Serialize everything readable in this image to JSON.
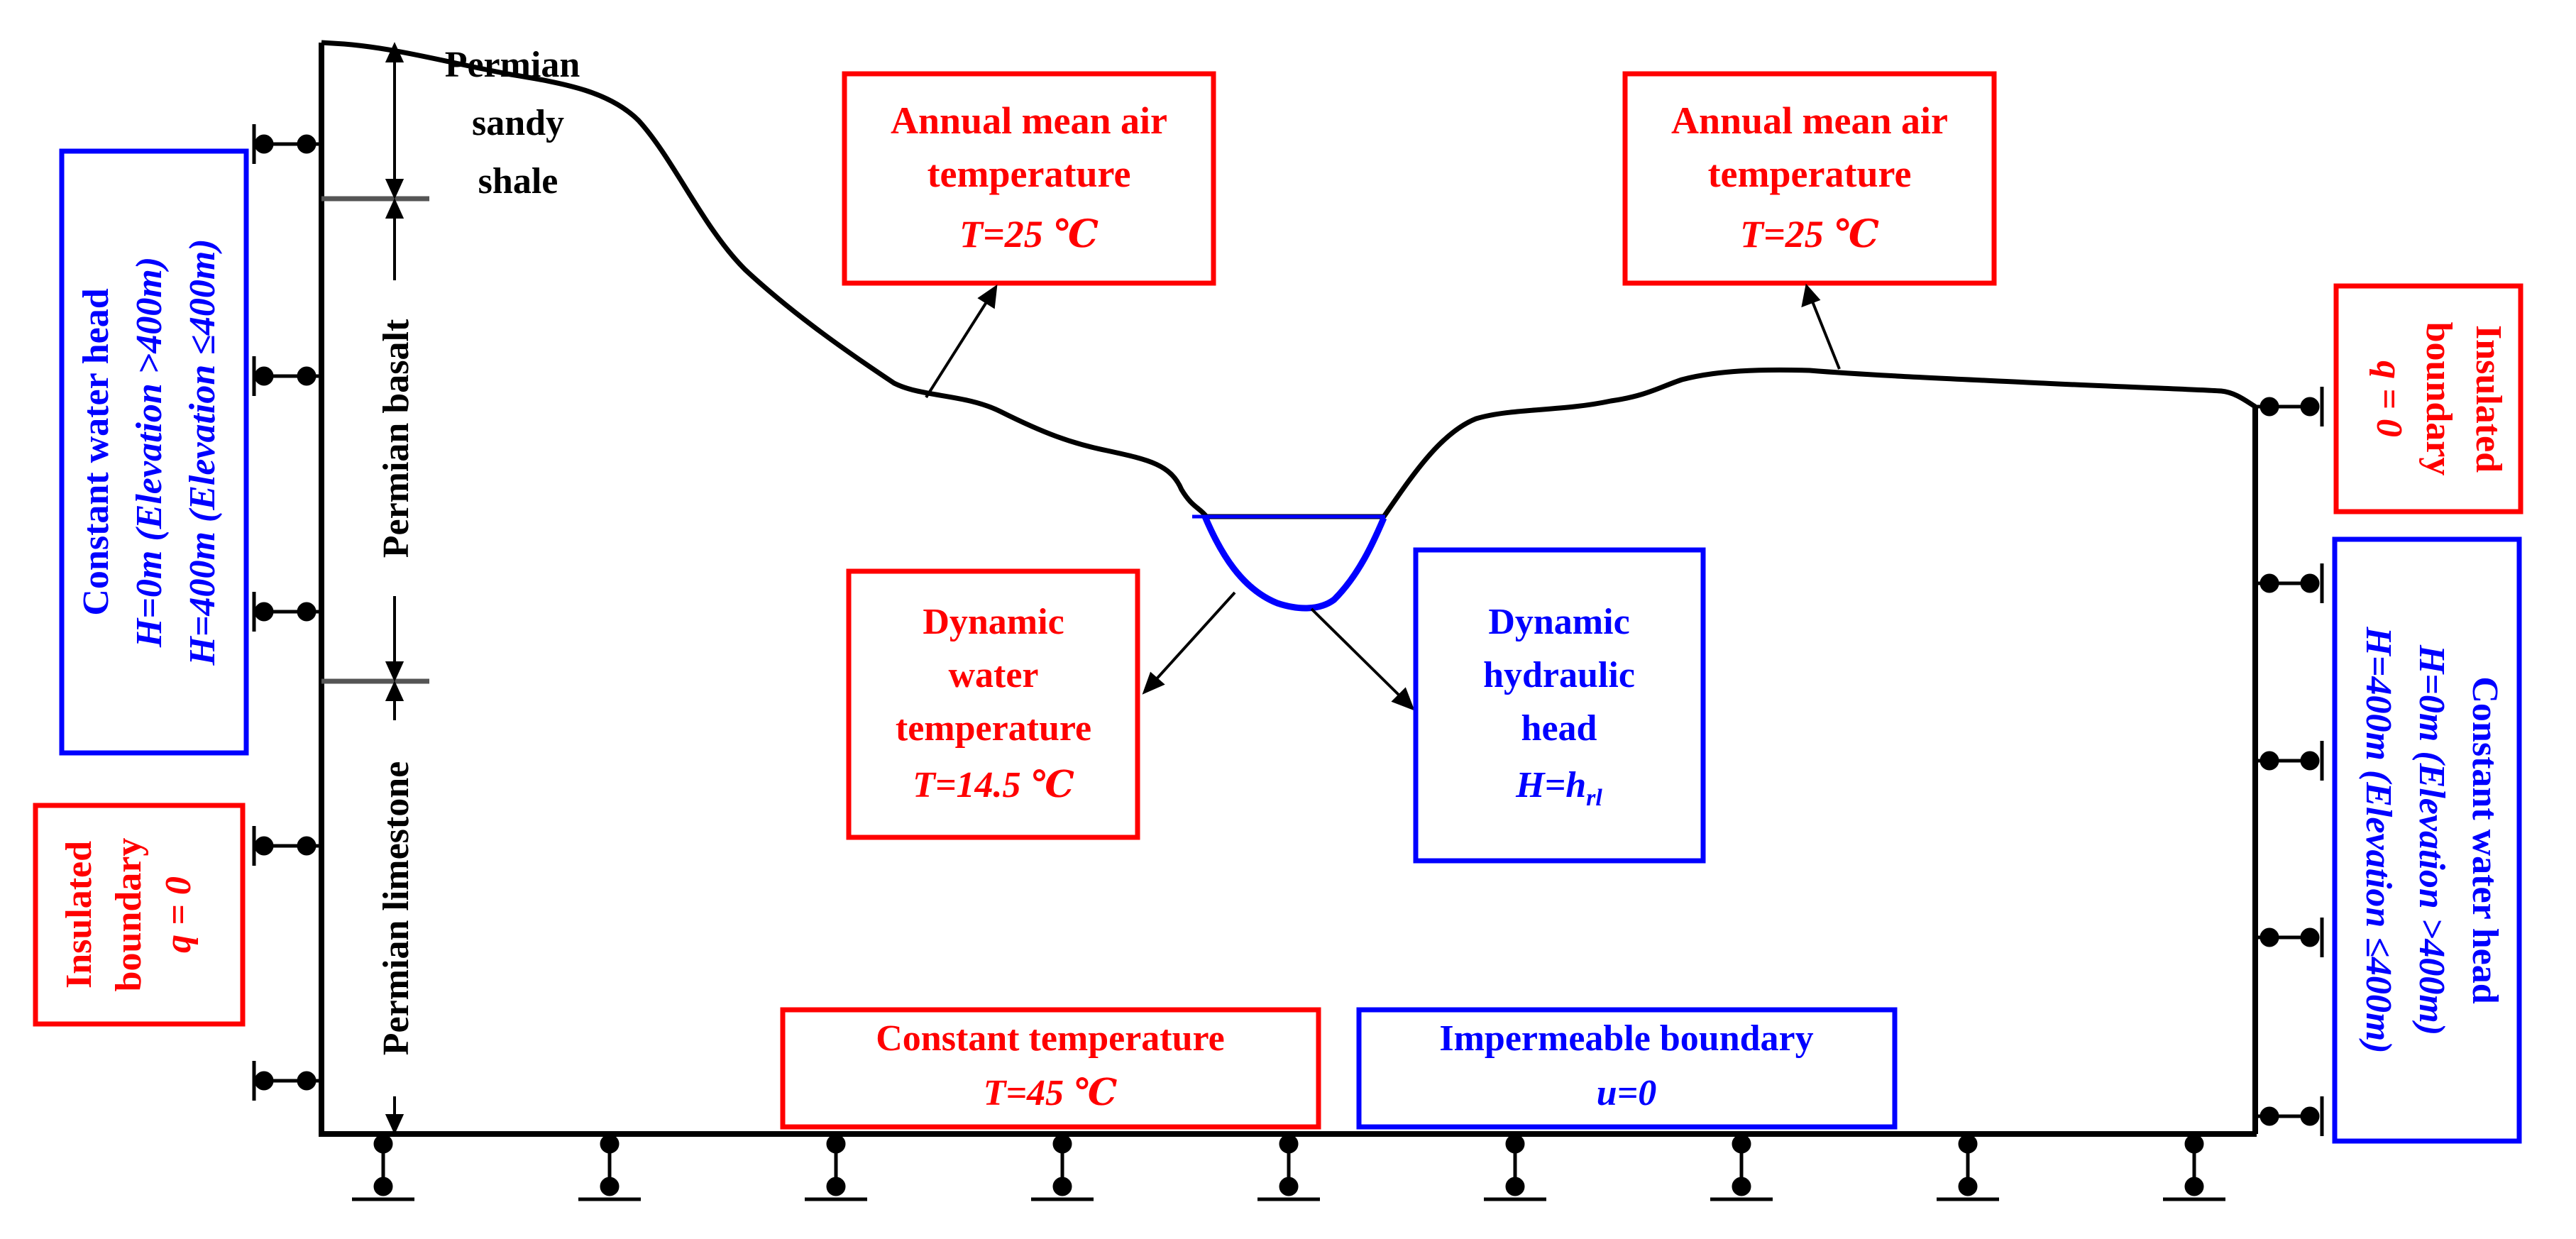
{
  "colors": {
    "thermal": "#ff0000",
    "hydraulic": "#0000ff",
    "line": "#000000",
    "background": "#ffffff"
  },
  "strata": {
    "sandy_shale": [
      "Permian",
      "sandy",
      "shale"
    ],
    "basalt": "Permian basalt",
    "limestone": "Permian limestone"
  },
  "air_temp_left": {
    "line1": "Annual mean air",
    "line2": "temperature",
    "value": "T=25 ℃"
  },
  "air_temp_right": {
    "line1": "Annual mean air",
    "line2": "temperature",
    "value": "T=25 ℃"
  },
  "water_temp": {
    "line1": "Dynamic",
    "line2": "water",
    "line3": "temperature",
    "value": "T=14.5 ℃"
  },
  "hydraulic_head": {
    "line1": "Dynamic",
    "line2": "hydraulic",
    "line3": "head",
    "value_main": "H=h",
    "value_sub": "rl"
  },
  "left_water_head": {
    "title": "Constant water head",
    "line1": "H=0m (Elevation >400m)",
    "line2": "H=400m (Elevation ≤400m)"
  },
  "right_water_head": {
    "title": "Constant water head",
    "line1": "H=0m (Elevation >400m)",
    "line2": "H=400m (Elevation ≤400m)"
  },
  "left_insulated": {
    "line1": "Insulated",
    "line2": "boundary",
    "value": "q = 0"
  },
  "right_insulated": {
    "line1": "Insulated",
    "line2": "boundary",
    "value": "q = 0"
  },
  "bottom_temperature": {
    "title": "Constant temperature",
    "value": "T=45 ℃"
  },
  "bottom_impermeable": {
    "title": "Impermeable boundary",
    "value": "u=0"
  }
}
